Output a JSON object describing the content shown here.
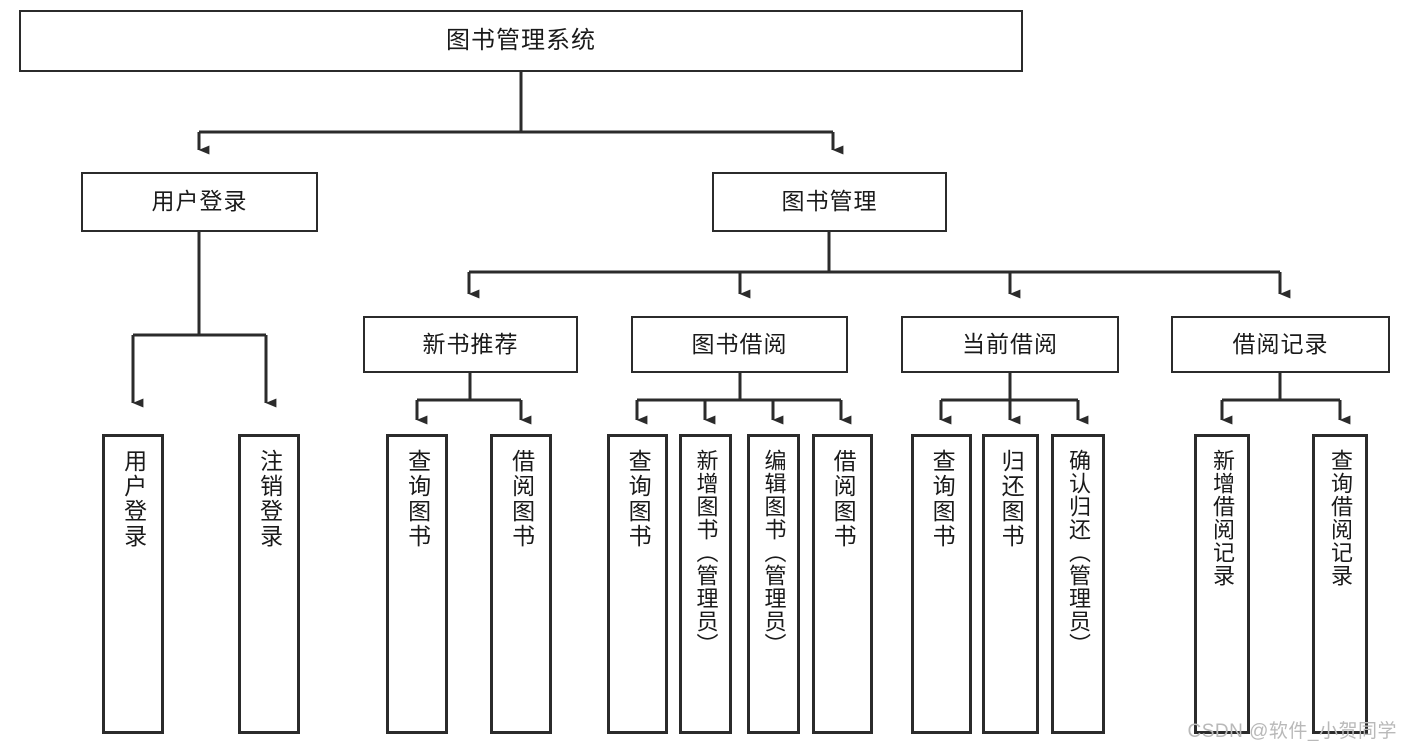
{
  "diagram": {
    "type": "tree",
    "title": "图书管理系统",
    "watermark": "CSDN @软件_小贺同学",
    "colors": {
      "box_border": "#2b2b2b",
      "box_fill": "#ffffff",
      "connector": "#2b2b2b",
      "text": "#1a1a1a",
      "watermark": "#b9b9b9"
    },
    "root": {
      "label": "图书管理系统"
    },
    "level2": [
      {
        "id": "user-login",
        "label": "用户登录"
      },
      {
        "id": "book-manage",
        "label": "图书管理"
      }
    ],
    "level3": [
      {
        "id": "new-book-recommend",
        "label": "新书推荐"
      },
      {
        "id": "book-borrow",
        "label": "图书借阅"
      },
      {
        "id": "current-borrow",
        "label": "当前借阅"
      },
      {
        "id": "borrow-record",
        "label": "借阅记录"
      }
    ],
    "leaves": [
      {
        "id": "leaf-user-login",
        "parent": "user-login",
        "label": "用户登录"
      },
      {
        "id": "leaf-logout",
        "parent": "user-login",
        "label": "注销登录"
      },
      {
        "id": "leaf-query-book-1",
        "parent": "new-book-recommend",
        "label": "查询图书"
      },
      {
        "id": "leaf-borrow-book-1",
        "parent": "new-book-recommend",
        "label": "借阅图书"
      },
      {
        "id": "leaf-query-book-2",
        "parent": "book-borrow",
        "label": "查询图书"
      },
      {
        "id": "leaf-add-book",
        "parent": "book-borrow",
        "label": "新增图书（管理员）"
      },
      {
        "id": "leaf-edit-book",
        "parent": "book-borrow",
        "label": "编辑图书（管理员）"
      },
      {
        "id": "leaf-borrow-book-2",
        "parent": "book-borrow",
        "label": "借阅图书"
      },
      {
        "id": "leaf-query-book-3",
        "parent": "current-borrow",
        "label": "查询图书"
      },
      {
        "id": "leaf-return-book",
        "parent": "current-borrow",
        "label": "归还图书"
      },
      {
        "id": "leaf-confirm-return",
        "parent": "current-borrow",
        "label": "确认归还（管理员）"
      },
      {
        "id": "leaf-add-borrow-record",
        "parent": "borrow-record",
        "label": "新增借阅记录"
      },
      {
        "id": "leaf-query-borrow-record",
        "parent": "borrow-record",
        "label": "查询借阅记录"
      }
    ]
  }
}
